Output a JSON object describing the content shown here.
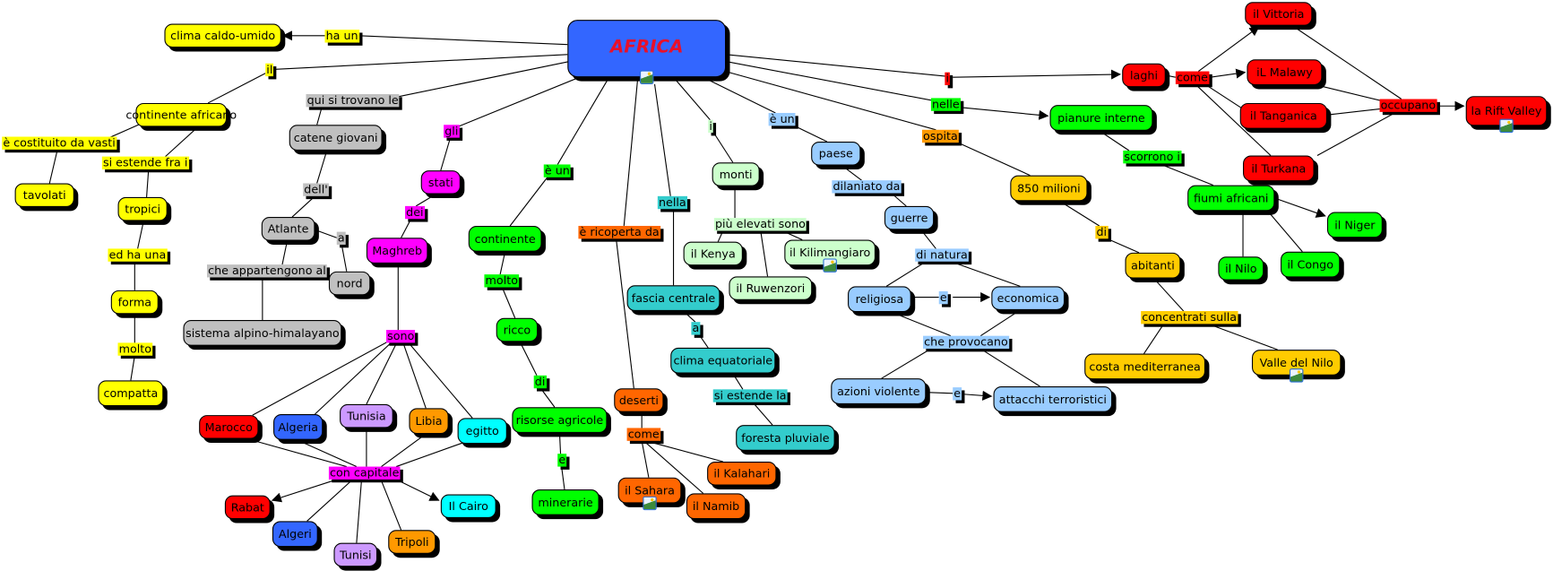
{
  "title": "AFRICA",
  "colors": {
    "title_bg": "#3366ff",
    "title_text": "#e8102a",
    "yellow": "#ffff00",
    "gray": "#c0c0c0",
    "magenta": "#ff00ff",
    "green": "#00ff00",
    "orange": "#ff6600",
    "teal": "#33cccc",
    "light_green": "#ccffcc",
    "light_blue": "#99ccff",
    "gold": "#ffcc00",
    "red": "#ff0000",
    "blue": "#3366ff",
    "lavender": "#cc99ff",
    "amber": "#ff9900",
    "cyan": "#00ffff"
  },
  "concepts": {
    "africa": "AFRICA",
    "clima_caldo": "clima caldo-umido",
    "cont_africano": "continente africano",
    "tavolati": "tavolati",
    "tropici": "tropici",
    "forma": "forma",
    "compatta": "compatta",
    "catene": "catene giovani",
    "atlante": "Atlante",
    "nord": "nord",
    "sistema": "sistema alpino-himalayano",
    "stati": "stati",
    "maghreb": "Maghreb",
    "continente": "continente",
    "ricco": "ricco",
    "risorse": "risorse agricole",
    "minerarie": "minerarie",
    "deserti": "deserti",
    "sahara": "il Sahara",
    "kalahari": "il Kalahari",
    "namib": "il Namib",
    "fascia": "fascia centrale",
    "clima_eq": "clima equatoriale",
    "foresta": "foresta pluviale",
    "monti": "monti",
    "kenya": "il Kenya",
    "kilimangiaro": "il Kilimangiaro",
    "ruwenzori": "il Ruwenzori",
    "paese": "paese",
    "guerre": "guerre",
    "religiosa": "religiosa",
    "economica": "economica",
    "azioni": "azioni violente",
    "attacchi": "attacchi terroristici",
    "milioni": "850 milioni",
    "abitanti": "abitanti",
    "costa": "costa mediterranea",
    "valle_nilo": "Valle del Nilo",
    "pianure": "pianure interne",
    "fiumi": "fiumi africani",
    "niger": "il Niger",
    "nilo": "il Nilo",
    "congo": "il Congo",
    "laghi": "laghi",
    "vittoria": "il Vittoria",
    "malawy": "iL Malawy",
    "tanganica": "il Tanganica",
    "turkana": "il Turkana",
    "rift": "la Rift Valley",
    "marocco": "Marocco",
    "algeria": "Algeria",
    "tunisia": "Tunisia",
    "libia": "Libia",
    "egitto": "egitto",
    "rabat": "Rabat",
    "algeri": "Algeri",
    "tunisi": "Tunisi",
    "tripoli": "Tripoli",
    "cairo": "Il Cairo"
  },
  "links": {
    "haun": "ha un",
    "il": "il",
    "costituito": "è costituito da vasti",
    "estende": "si estende fra i",
    "edha": "ed ha una",
    "molto1": "molto",
    "qui": "qui si trovano le",
    "dell": "dell'",
    "a1": "a",
    "appart": "che appartengono al",
    "gli": "gli",
    "dei": "dei",
    "sono": "sono",
    "capitale": "con capitale",
    "eun1": "è un",
    "molto2": "molto",
    "di1": "di",
    "e1": "e",
    "ricoperta": "è ricoperta da",
    "come1": "come",
    "nella": "nella",
    "a2": "a",
    "estende_la": "si estende la",
    "i1": "i",
    "elevati": "più elevati sono",
    "eun2": "è un",
    "dilaniato": "dilaniato da",
    "natura": "di natura",
    "e2": "e",
    "provocano": "che provocano",
    "e3": "e",
    "ospita": "ospita",
    "di2": "di",
    "concentrati": "concentrati sulla",
    "nelle": "nelle",
    "scorrono": "scorrono i",
    "i2": "i",
    "come2": "come",
    "occupano": "occupano"
  }
}
